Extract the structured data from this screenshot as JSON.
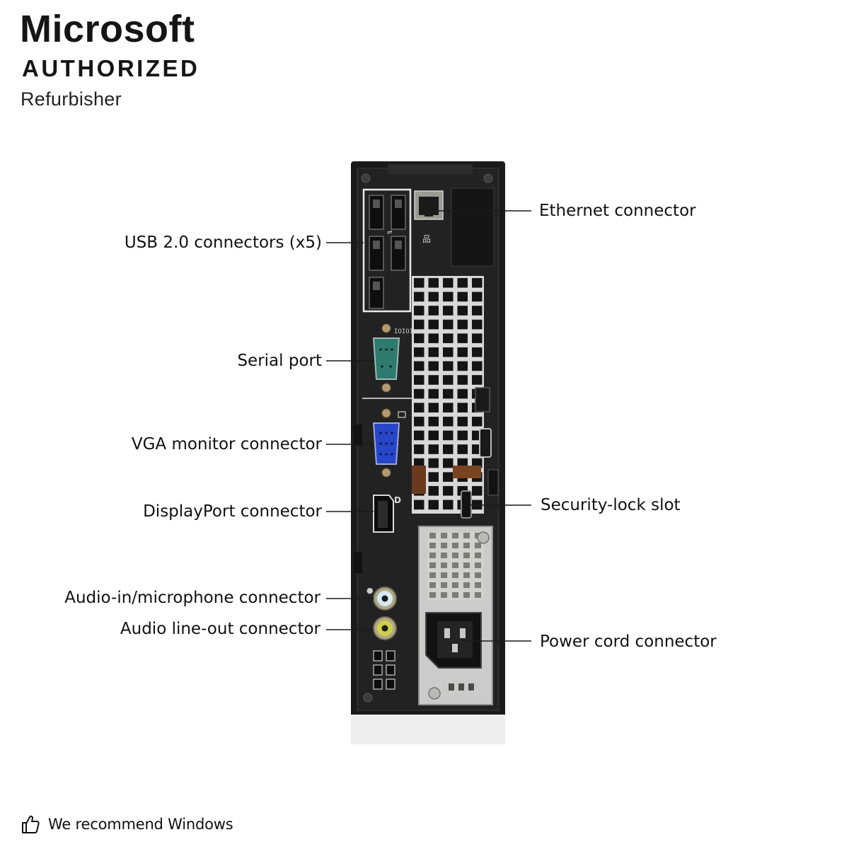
{
  "branding": {
    "line1": "Microsoft",
    "line2": "AUTHORIZED",
    "line3": "Refurbisher"
  },
  "labels": {
    "usb": "USB 2.0 connectors (x5)",
    "serial": "Serial port",
    "vga": "VGA monitor connector",
    "displayport": "DisplayPort connector",
    "audio_in": "Audio-in/microphone connector",
    "audio_out": "Audio line-out connector",
    "ethernet": "Ethernet connector",
    "security": "Security-lock slot",
    "power": "Power cord connector"
  },
  "footer": {
    "text": "We recommend Windows",
    "icon": "thumbs-up-icon"
  },
  "colors": {
    "chassis": "#1c1c1c",
    "serial_port": "#2e7a6e",
    "vga_port": "#2746c8",
    "mic_jack": "#d5e9f4",
    "line_out_jack": "#cdd24a",
    "metal": "#c9ccc8"
  }
}
